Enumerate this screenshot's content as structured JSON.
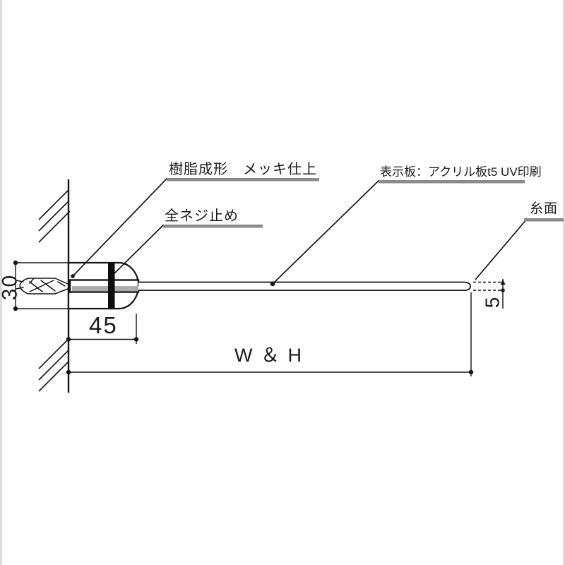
{
  "drawing_type": "technical-section-drawing",
  "labels": {
    "cap_finish": "樹脂成形　メッキ仕上",
    "screw": "全ネジ止め",
    "plate": "表示板：アクリル板t5 UV印刷",
    "edge": "糸面"
  },
  "dimensions": {
    "cap_diameter": "30",
    "standoff_depth": "45",
    "plate_thickness": "5",
    "plate_size": "W ＆ H"
  },
  "colors": {
    "line": "#1a1a1a",
    "underline": "#8a8a8a",
    "slot_fill": "#adadad",
    "edge_border": "#c9c9c9",
    "background": "#ffffff"
  }
}
